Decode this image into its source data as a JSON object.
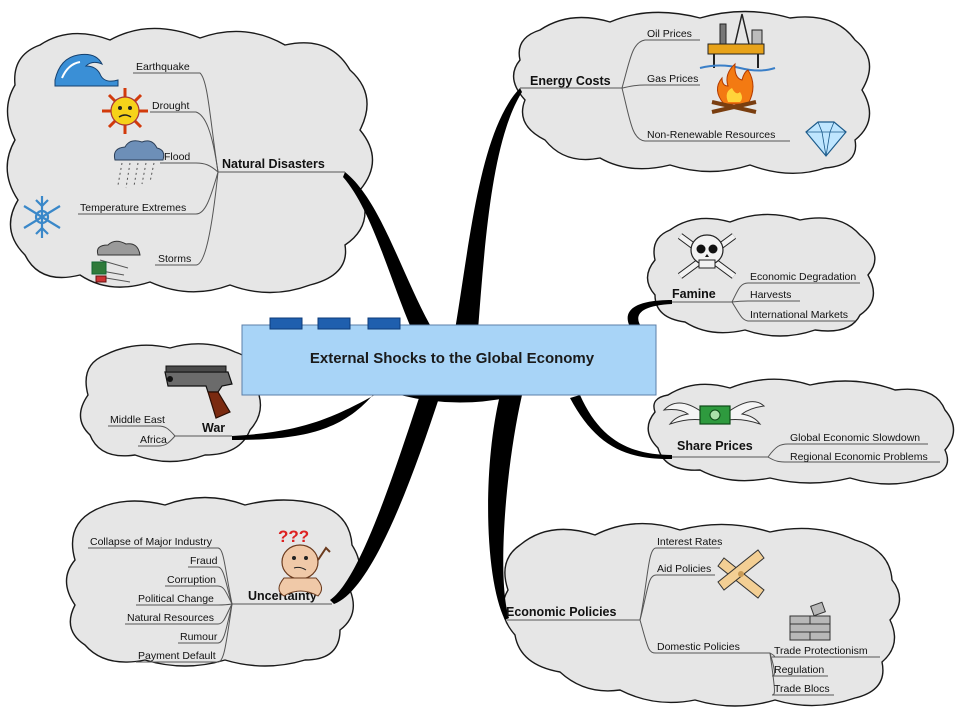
{
  "central": {
    "title": "External Shocks to the Global Economy"
  },
  "colors": {
    "central_fill": "#a8d4f7",
    "central_tabs": "#1f5fae",
    "cloud_fill": "#e6e6e6",
    "trunk": "#000000"
  },
  "branches": {
    "natural_disasters": {
      "label": "Natural Disasters",
      "items": [
        "Earthquake",
        "Drought",
        "Flood",
        "Temperature Extremes",
        "Storms"
      ],
      "icons": [
        "wave-icon",
        "sun-icon",
        "rain-cloud-icon",
        "snowflake-icon",
        "storm-icon"
      ]
    },
    "energy_costs": {
      "label": "Energy Costs",
      "items": [
        "Oil Prices",
        "Gas Prices",
        "Non-Renewable Resources"
      ],
      "icons": [
        "oil-rig-icon",
        "campfire-icon",
        "diamond-icon"
      ]
    },
    "famine": {
      "label": "Famine",
      "items": [
        "Economic Degradation",
        "Harvests",
        "International Markets"
      ],
      "icons": [
        "skull-crossbones-icon"
      ]
    },
    "share_prices": {
      "label": "Share Prices",
      "items": [
        "Global Economic Slowdown",
        "Regional Economic Problems"
      ],
      "icons": [
        "flying-money-icon"
      ]
    },
    "war": {
      "label": "War",
      "items": [
        "Middle East",
        "Africa"
      ],
      "icons": [
        "pistol-icon"
      ]
    },
    "uncertainty": {
      "label": "Uncertainty",
      "items": [
        "Collapse of Major Industry",
        "Fraud",
        "Corruption",
        "Political Change",
        "Natural Resources",
        "Rumour",
        "Payment Default"
      ],
      "icons": [
        "confused-person-icon"
      ]
    },
    "economic_policies": {
      "label": "Economic Policies",
      "items": [
        "Interest Rates",
        "Aid Policies",
        "Domestic Policies"
      ],
      "sub_items": [
        "Trade Protectionism",
        "Regulation",
        "Trade Blocs"
      ],
      "icons": [
        "crossed-bandages-icon",
        "brick-wall-icon"
      ]
    }
  }
}
